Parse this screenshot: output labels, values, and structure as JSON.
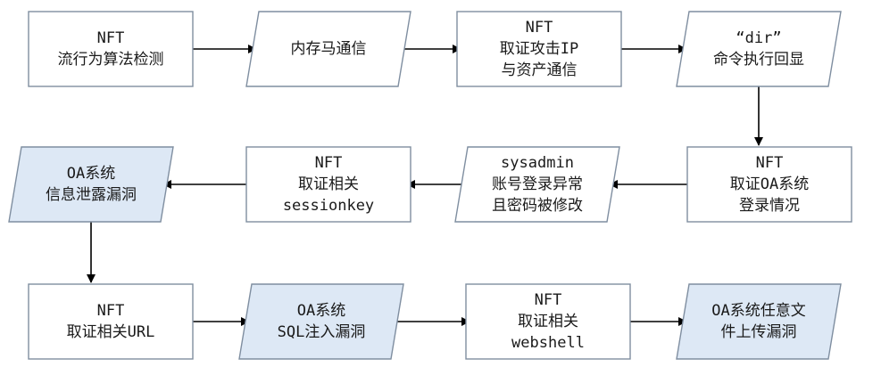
{
  "diagram": {
    "colors": {
      "rect_fill": "#ffffff",
      "plain_parallelogram_fill": "#ffffff",
      "highlight_parallelogram_fill": "#dde8f5",
      "border": "#7f8ea0",
      "arrow": "#000000",
      "text": "#1a1a1a"
    },
    "nodes": [
      {
        "id": "n1",
        "shape": "rect",
        "highlight": false,
        "lines": [
          "NFT",
          "流行为算法检测"
        ]
      },
      {
        "id": "n2",
        "shape": "parallelogram",
        "highlight": false,
        "lines": [
          "内存马通信"
        ]
      },
      {
        "id": "n3",
        "shape": "rect",
        "highlight": false,
        "lines": [
          "NFT",
          "取证攻击IP",
          "与资产通信"
        ]
      },
      {
        "id": "n4",
        "shape": "parallelogram",
        "highlight": false,
        "lines": [
          "“dir”",
          "命令执行回显"
        ]
      },
      {
        "id": "n5",
        "shape": "rect",
        "highlight": false,
        "lines": [
          "NFT",
          "取证OA系统",
          "登录情况"
        ]
      },
      {
        "id": "n6",
        "shape": "parallelogram",
        "highlight": false,
        "lines": [
          "sysadmin",
          "账号登录异常",
          "且密码被修改"
        ]
      },
      {
        "id": "n7",
        "shape": "rect",
        "highlight": false,
        "lines": [
          "NFT",
          "取证相关",
          "sessionkey"
        ]
      },
      {
        "id": "n8",
        "shape": "parallelogram",
        "highlight": true,
        "lines": [
          "OA系统",
          "信息泄露漏洞"
        ]
      },
      {
        "id": "n9",
        "shape": "rect",
        "highlight": false,
        "lines": [
          "NFT",
          "取证相关URL"
        ]
      },
      {
        "id": "n10",
        "shape": "parallelogram",
        "highlight": true,
        "lines": [
          "OA系统",
          "SQL注入漏洞"
        ]
      },
      {
        "id": "n11",
        "shape": "rect",
        "highlight": false,
        "lines": [
          "NFT",
          "取证相关",
          "webshell"
        ]
      },
      {
        "id": "n12",
        "shape": "parallelogram",
        "highlight": true,
        "lines": [
          "OA系统任意文",
          "件上传漏洞"
        ]
      }
    ],
    "edges": [
      {
        "from": "n1",
        "to": "n2"
      },
      {
        "from": "n2",
        "to": "n3"
      },
      {
        "from": "n3",
        "to": "n4"
      },
      {
        "from": "n4",
        "to": "n5"
      },
      {
        "from": "n5",
        "to": "n6"
      },
      {
        "from": "n6",
        "to": "n7"
      },
      {
        "from": "n7",
        "to": "n8"
      },
      {
        "from": "n8",
        "to": "n9"
      },
      {
        "from": "n9",
        "to": "n10"
      },
      {
        "from": "n10",
        "to": "n11"
      },
      {
        "from": "n11",
        "to": "n12"
      }
    ]
  }
}
